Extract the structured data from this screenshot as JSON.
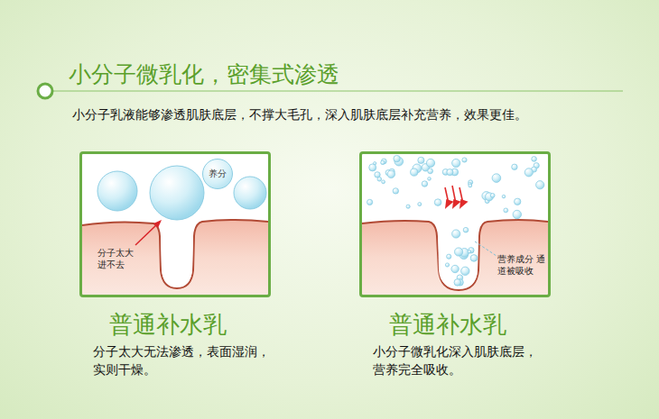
{
  "diagram": {
    "title": "小分子微乳化，密集式渗透",
    "nodes": [
      {
        "text": [
          "普通补水乳",
          "分子太大无法渗透，表面湿润，实则干燥。"
        ]
      },
      {
        "text": [
          "养分"
        ],
        "in": 0
      },
      {
        "text": [
          "普通补水乳",
          "小分子微乳化深入肌肤底层，营养完全吸收。"
        ]
      }
    ],
    "labels": [
      "小分子乳液能够渗透肌肤底层，不撑大毛孔，深入肌肤底层补充营养，效果更佳。",
      "分子太大 进不去",
      "营养成分 通道被吸收"
    ]
  }
}
